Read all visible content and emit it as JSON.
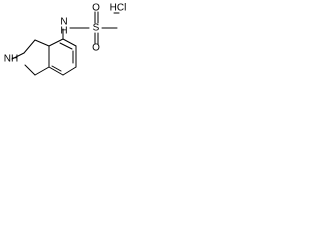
{
  "structure": {
    "atoms": {
      "hcl": "HCl",
      "ring_nh": "NH",
      "amide_n": "N",
      "amide_h": "H",
      "sulfur": "S",
      "oxygen_top": "O",
      "oxygen_bottom": "O"
    },
    "colors": {
      "ink": "#000000",
      "background": "#ffffff"
    }
  }
}
